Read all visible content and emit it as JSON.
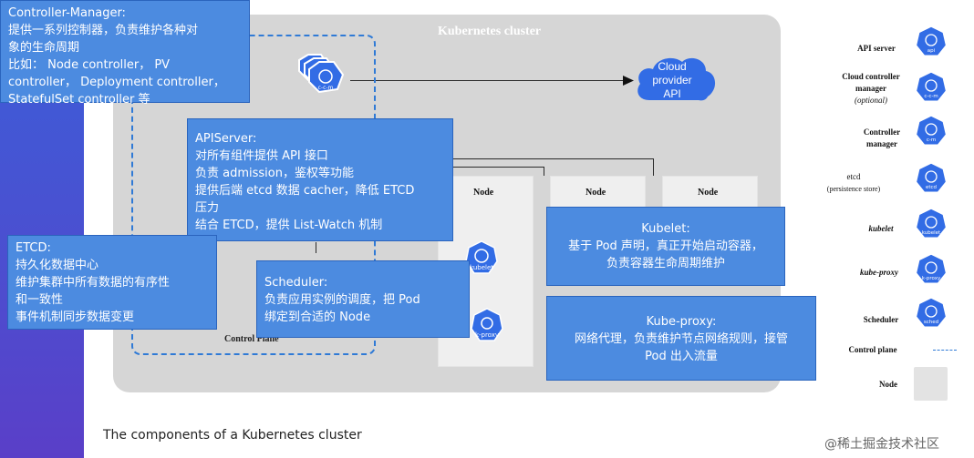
{
  "diagram": {
    "cluster_title": "Kubernetes cluster",
    "control_plane_label": "Control Plane",
    "node_labels": [
      "Node",
      "Node",
      "Node"
    ],
    "cloud_lines": [
      "Cloud",
      "provider",
      "API"
    ],
    "icon_labels": {
      "c_c_m": "c-c-m",
      "kubelet": "kubelet",
      "k_proxy": "k-proxy"
    }
  },
  "callouts": {
    "controller_manager": {
      "lines": [
        "Controller-Manager:",
        "提供一系列控制器，负责维护各种对",
        "象的生命周期",
        "比如： Node controller， PV",
        "controller， Deployment controller，",
        "StatefulSet controller 等"
      ]
    },
    "apiserver": {
      "lines": [
        "APIServer:",
        "对所有组件提供 API 接口",
        "负责 admission，鉴权等功能",
        "提供后端 etcd 数据 cacher，降低 ETCD",
        "压力",
        "结合 ETCD，提供 List-Watch 机制"
      ]
    },
    "etcd": {
      "lines": [
        "ETCD:",
        "持久化数据中心",
        "维护集群中所有数据的有序性",
        "和一致性",
        "事件机制同步数据变更"
      ]
    },
    "scheduler": {
      "lines": [
        "Scheduler:",
        "负责应用实例的调度，把 Pod",
        "绑定到合适的 Node"
      ]
    },
    "kubelet": {
      "lines": [
        "Kubelet:",
        "基于 Pod 声明，真正开始启动容器，",
        "负责容器生命周期维护"
      ]
    },
    "kube_proxy": {
      "lines": [
        "Kube-proxy:",
        "网络代理，负责维护节点网络规则，接管",
        "Pod 出入流量"
      ]
    }
  },
  "legend": {
    "api_server": "API server",
    "cloud_controller_manager": "Cloud controller manager",
    "cloud_controller_optional": "(optional)",
    "controller_manager": "Controller manager",
    "etcd": "etcd",
    "etcd_sub": "(persistence store)",
    "kubelet": "kubelet",
    "kube_proxy": "kube-proxy",
    "scheduler": "Scheduler",
    "control_plane": "Control plane",
    "node": "Node",
    "icon_labels": [
      "api",
      "c-c-m",
      "c-m",
      "etcd",
      "kubelet",
      "k-proxy",
      "sched"
    ]
  },
  "caption": "The components of a Kubernetes cluster",
  "watermark": "@稀土掘金技术社区",
  "colors": {
    "k8s_blue": "#326ce5",
    "callout_fill": "#4c8be0",
    "cluster_gray": "#d6d6d6",
    "node_gray": "#efefef",
    "control_plane_dash": "#2f7ad6"
  }
}
